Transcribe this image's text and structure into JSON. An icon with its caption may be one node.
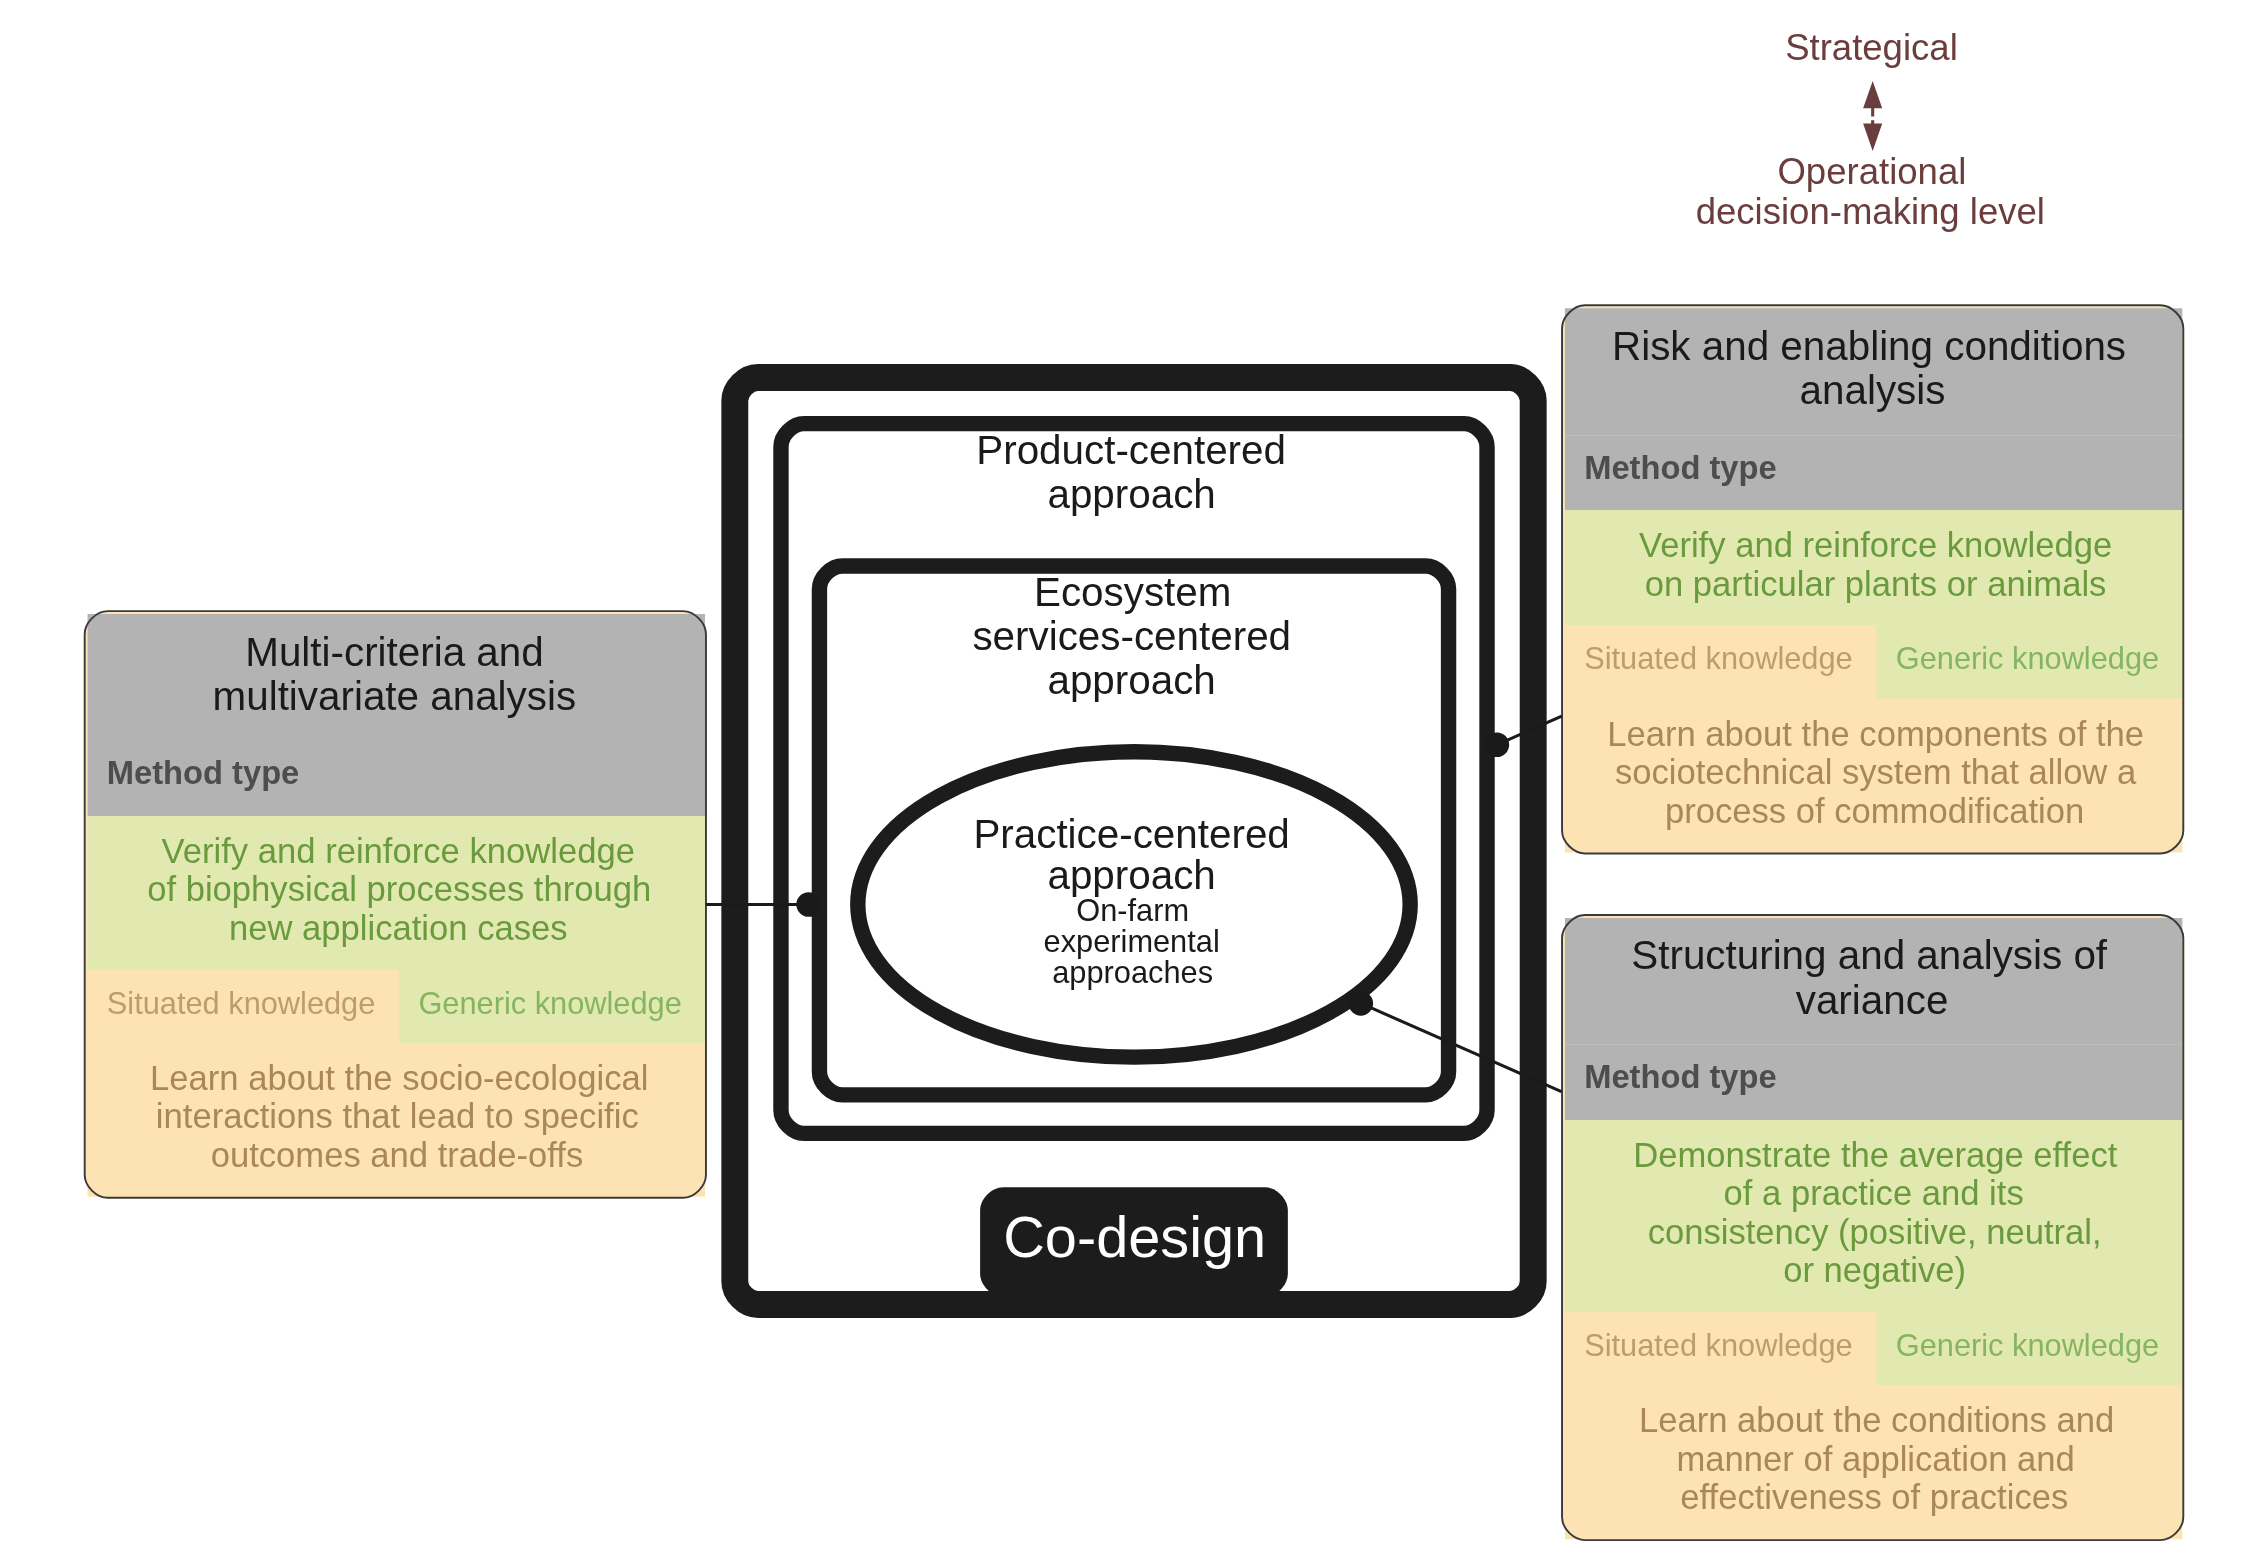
{
  "diagram": {
    "nodes": [
      {
        "text": [
          "Multi-criteria and multivariate analysis",
          "Method type",
          "Verify and reinforce knowledge of biophysical processes through new application cases",
          "Situated knowledge",
          "Generic knowledge",
          "Learn about the socio-ecological interactions that lead to specific outcomes and trade-offs"
        ]
      },
      {
        "text": [
          "Co-design"
        ]
      },
      {
        "text": [
          "Product-centered approach"
        ],
        "in": 1
      },
      {
        "text": [
          "Ecosystem services-centered approach"
        ],
        "in": 2
      },
      {
        "text": [
          "Practice-centered approach",
          "On-farm experimental approaches"
        ],
        "in": 3
      },
      {
        "text": [
          "Strategical"
        ]
      },
      {
        "text": [
          "Operational decision-making level"
        ]
      },
      {
        "text": [
          "Risk and enabling conditions analysis",
          "Method type",
          "Verify and reinforce knowledge on particular plants or animals",
          "Situated knowledge",
          "Generic knowledge",
          "Learn about the components of the sociotechnical system that allow a process of commodification"
        ]
      },
      {
        "text": [
          "Structuring and analysis of variance",
          "Method type",
          "Demonstrate the average effect of a practice and its consistency (positive, neutral, or negative)",
          "Situated knowledge",
          "Generic knowledge",
          "Learn about the conditions and manner of application and effectiveness of practices"
        ]
      }
    ],
    "edges": [
      {
        "from": 0,
        "to": 3,
        "arrow": "other"
      },
      {
        "from": 2,
        "to": 7,
        "arrow": "other"
      },
      {
        "from": 4,
        "to": 8,
        "arrow": "other"
      },
      {
        "from": 5,
        "to": 6,
        "arrow": "both",
        "style": "dashed",
        "color": "#6b3d3d"
      }
    ]
  }
}
